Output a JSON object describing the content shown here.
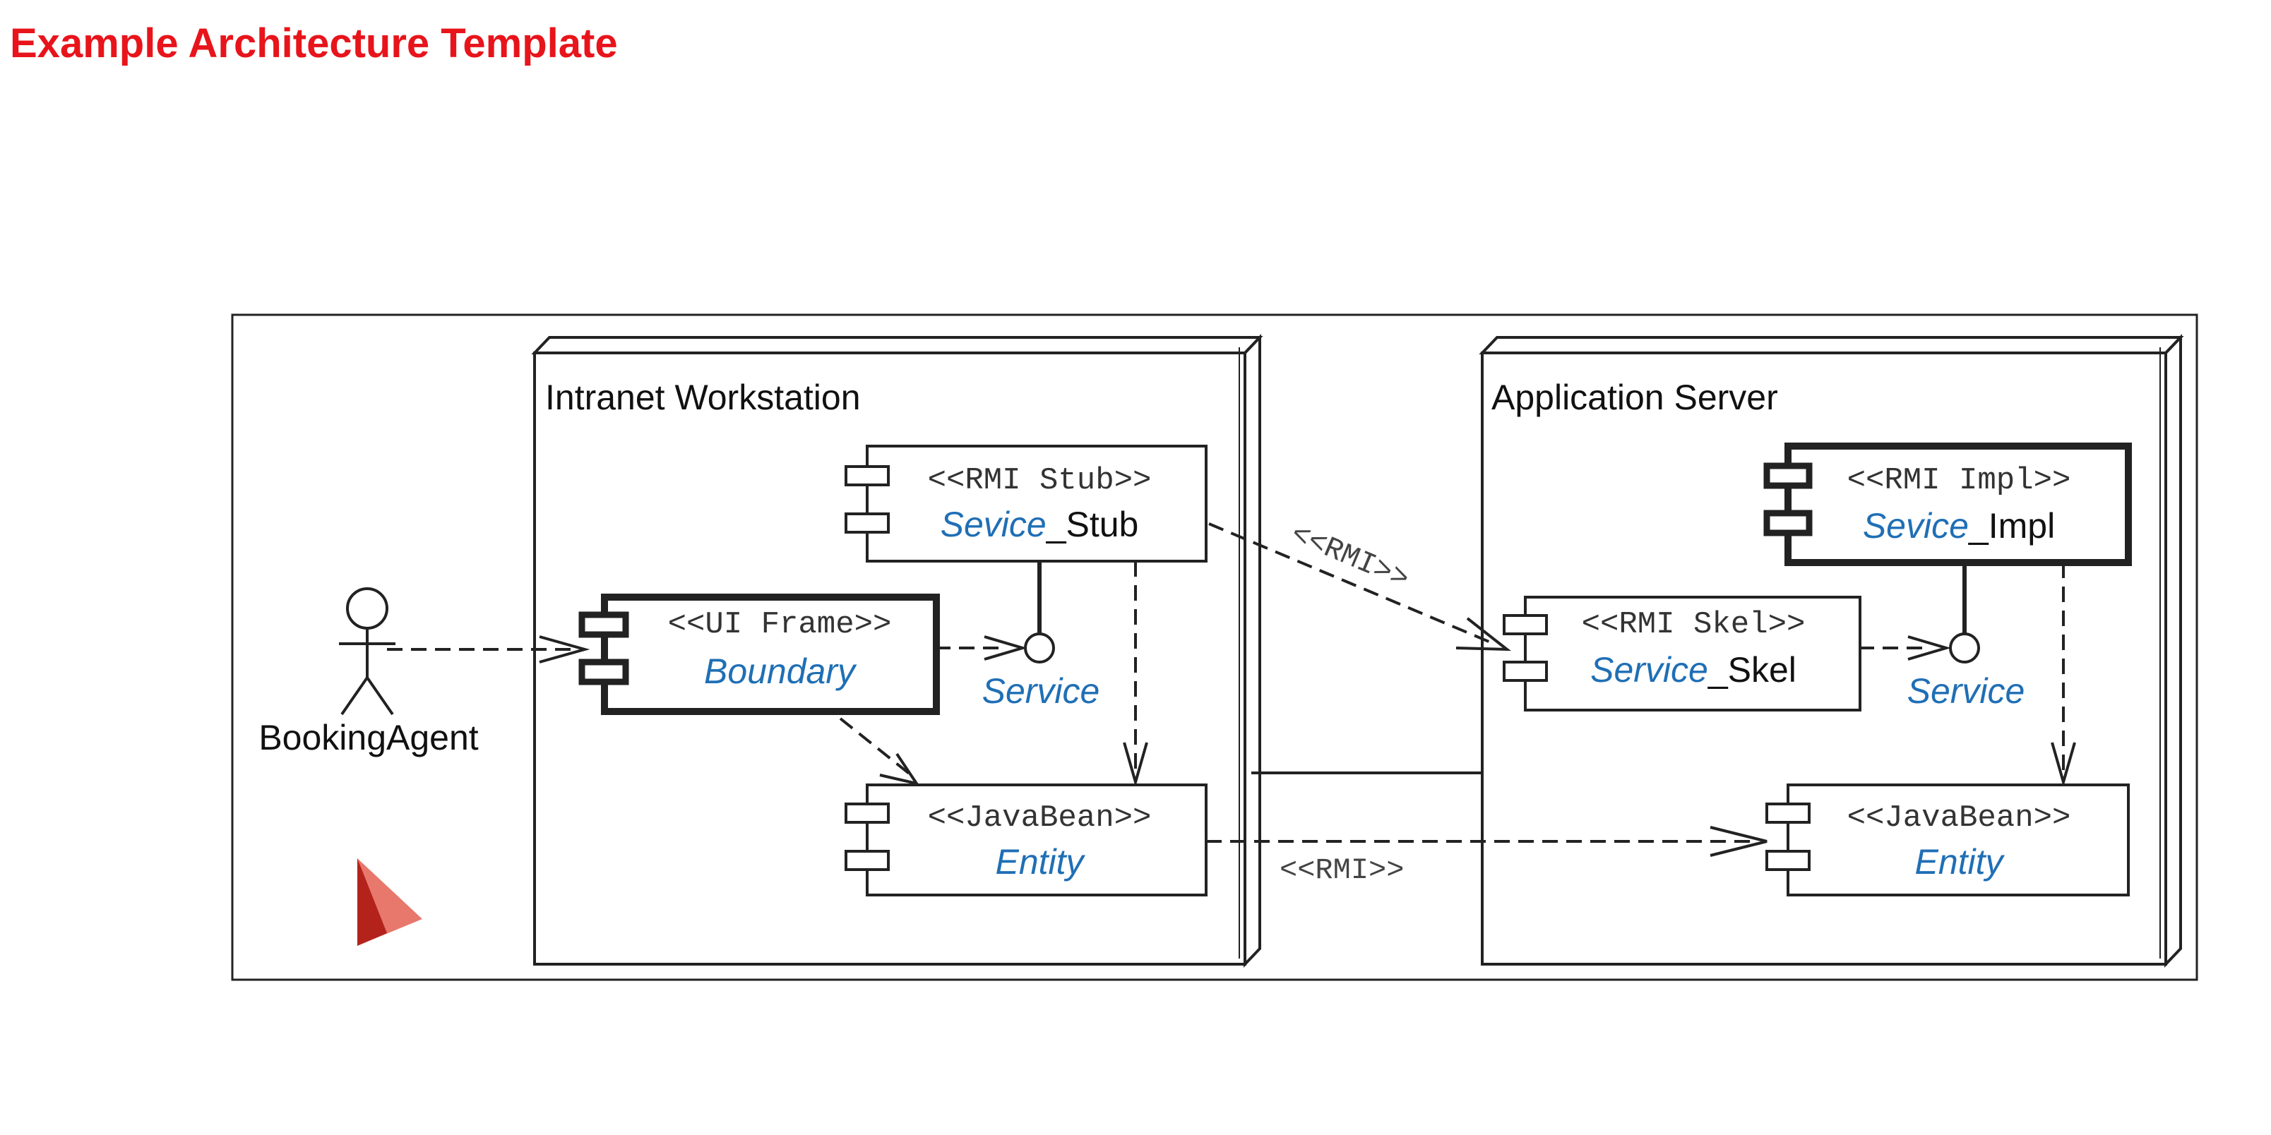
{
  "title": "Example Architecture Template",
  "nodes": {
    "workstation": {
      "title": "Intranet Workstation"
    },
    "server": {
      "title": "Application Server"
    }
  },
  "components": {
    "rmi_stub": {
      "stereotype": "<<RMI Stub>>",
      "name": "Sevice",
      "suffix": "_Stub"
    },
    "ui_frame": {
      "stereotype": "<<UI Frame>>",
      "name": "Boundary"
    },
    "entity_client": {
      "stereotype": "<<JavaBean>>",
      "name": "Entity"
    },
    "rmi_impl": {
      "stereotype": "<<RMI Impl>>",
      "name": "Sevice",
      "suffix": "_Impl"
    },
    "rmi_skel": {
      "stereotype": "<<RMI Skel>>",
      "name": "Service",
      "suffix": "_Skel"
    },
    "entity_server": {
      "stereotype": "<<JavaBean>>",
      "name": "Entity"
    }
  },
  "interfaces": {
    "client_service": {
      "label": "Service"
    },
    "server_service": {
      "label": "Service"
    }
  },
  "actor": {
    "label": "BookingAgent"
  },
  "links": {
    "rmi_top": "<<RMI>>",
    "rmi_bottom": "<<RMI>>"
  },
  "colors": {
    "title": "#e8141b",
    "component_name": "#1f6fb5",
    "cursor_light": "#e8776c",
    "cursor_dark": "#b3231c"
  }
}
